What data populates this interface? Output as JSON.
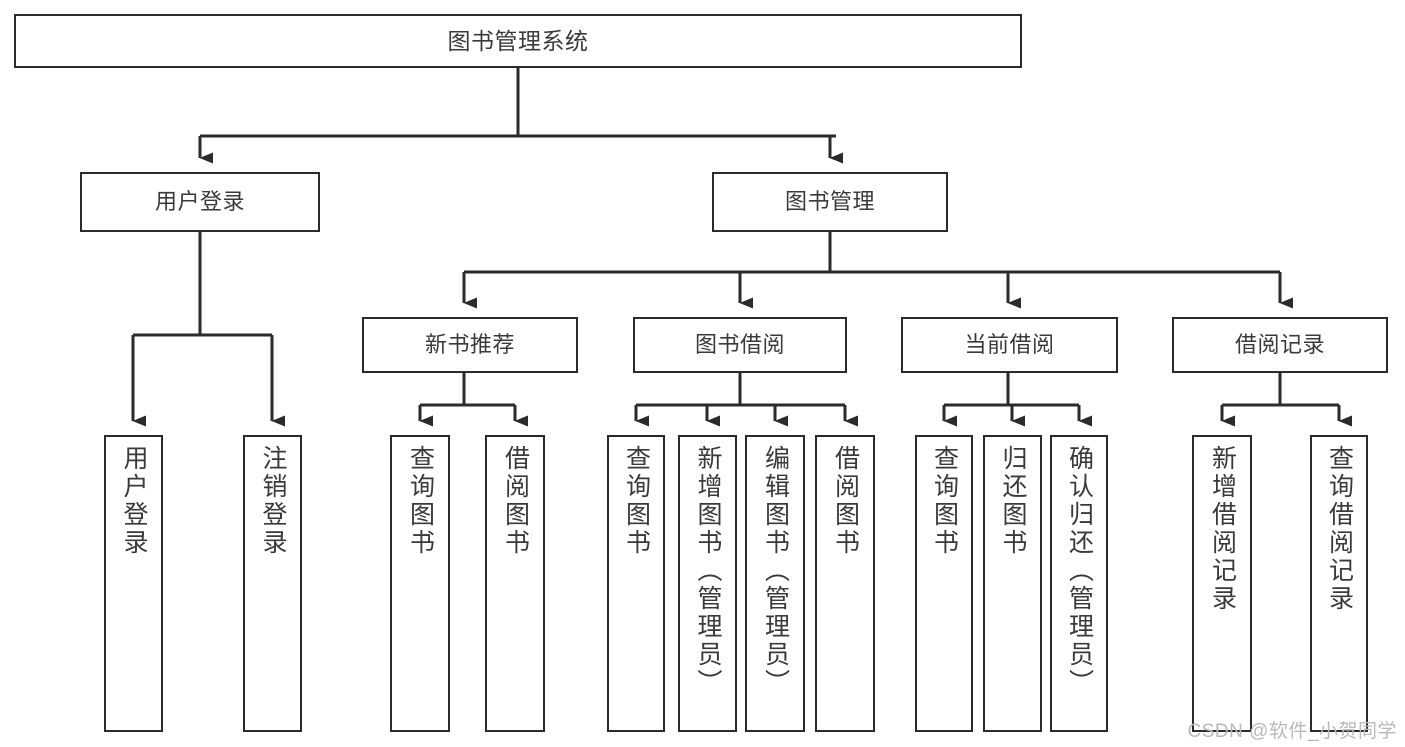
{
  "diagram": {
    "title": "图书管理系统",
    "type": "tree",
    "watermark": "CSDN @软件_小贺同学",
    "colors": {
      "box_border": "#2b2b2b",
      "box_fill": "#ffffff",
      "edge": "#2b2b2b",
      "text": "#3a3a3a",
      "watermark": "#b9b9b9",
      "background": "#ffffff"
    },
    "nodes": {
      "root": {
        "id": "root",
        "label": "图书管理系统",
        "orientation": "horizontal",
        "level": 0
      },
      "level1": [
        {
          "id": "user-login",
          "label": "用户登录",
          "orientation": "horizontal",
          "level": 1
        },
        {
          "id": "book-management",
          "label": "图书管理",
          "orientation": "horizontal",
          "level": 1
        }
      ],
      "level2": [
        {
          "id": "new-book-recommend",
          "label": "新书推荐",
          "orientation": "horizontal",
          "level": 2,
          "parent": "book-management"
        },
        {
          "id": "book-borrow",
          "label": "图书借阅",
          "orientation": "horizontal",
          "level": 2,
          "parent": "book-management"
        },
        {
          "id": "current-borrow",
          "label": "当前借阅",
          "orientation": "horizontal",
          "level": 2,
          "parent": "book-management"
        },
        {
          "id": "borrow-record",
          "label": "借阅记录",
          "orientation": "horizontal",
          "level": 2,
          "parent": "book-management"
        }
      ],
      "leaves": [
        {
          "id": "leaf-user-login",
          "label": "用户登录",
          "orientation": "vertical",
          "parent": "user-login"
        },
        {
          "id": "leaf-logout",
          "label": "注销登录",
          "orientation": "vertical",
          "parent": "user-login"
        },
        {
          "id": "leaf-query-book-1",
          "label": "查询图书",
          "orientation": "vertical",
          "parent": "new-book-recommend"
        },
        {
          "id": "leaf-borrow-book-1",
          "label": "借阅图书",
          "orientation": "vertical",
          "parent": "new-book-recommend"
        },
        {
          "id": "leaf-query-book-2",
          "label": "查询图书",
          "orientation": "vertical",
          "parent": "book-borrow"
        },
        {
          "id": "leaf-add-book",
          "label": "新增图书（管理员）",
          "orientation": "vertical",
          "parent": "book-borrow"
        },
        {
          "id": "leaf-edit-book",
          "label": "编辑图书（管理员）",
          "orientation": "vertical",
          "parent": "book-borrow"
        },
        {
          "id": "leaf-borrow-book-2",
          "label": "借阅图书",
          "orientation": "vertical",
          "parent": "book-borrow"
        },
        {
          "id": "leaf-query-book-3",
          "label": "查询图书",
          "orientation": "vertical",
          "parent": "current-borrow"
        },
        {
          "id": "leaf-return-book",
          "label": "归还图书",
          "orientation": "vertical",
          "parent": "current-borrow"
        },
        {
          "id": "leaf-confirm-return",
          "label": "确认归还（管理员）",
          "orientation": "vertical",
          "parent": "current-borrow"
        },
        {
          "id": "leaf-add-record",
          "label": "新增借阅记录",
          "orientation": "vertical",
          "parent": "borrow-record"
        },
        {
          "id": "leaf-query-record",
          "label": "查询借阅记录",
          "orientation": "vertical",
          "parent": "borrow-record"
        }
      ]
    }
  }
}
